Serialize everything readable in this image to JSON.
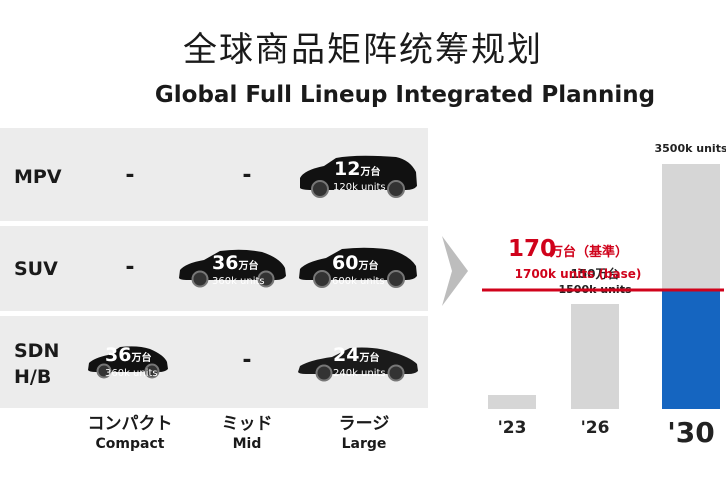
{
  "title_zh": "全球商品矩阵统筹规划",
  "title_en": "Global Full Lineup Integrated Planning",
  "matrix": {
    "rows": [
      {
        "label": "MPV",
        "compact": "-",
        "mid": "-",
        "large_value": "12",
        "large_unit": "万台",
        "large_sub": "120k units"
      },
      {
        "label": "SUV",
        "compact": "-",
        "mid_value": "36",
        "mid_unit": "万台",
        "mid_sub": "360k units",
        "large_value": "60",
        "large_unit": "万台",
        "large_sub": "600k units"
      },
      {
        "label": "SDN\nH/B",
        "compact_value": "36",
        "compact_unit": "万台",
        "compact_sub": "360k units",
        "mid": "-",
        "large_value": "24",
        "large_unit": "万台",
        "large_sub": "240k units"
      }
    ],
    "columns": [
      {
        "jp": "コンパクト",
        "en": "Compact"
      },
      {
        "jp": "ミッド",
        "en": "Mid"
      },
      {
        "jp": "ラージ",
        "en": "Large"
      }
    ]
  },
  "chart_data": {
    "type": "bar",
    "categories": [
      "'23",
      "'26",
      "'30"
    ],
    "values": [
      null,
      150,
      350
    ],
    "value_labels": [
      "",
      "150万台",
      "350万台"
    ],
    "value_sublabels": [
      "",
      "1500k units",
      "3500k units"
    ],
    "baseline": {
      "value": 170,
      "label_main": "170",
      "label_unit": "万台（基準）",
      "label_sub": "1700k units (base)",
      "color": "#d0021b"
    },
    "highlight_fill": {
      "category": "'30",
      "upper_value": 170,
      "color": "#1565c0"
    },
    "ylim": [
      0,
      370
    ],
    "colors": {
      "bar": "#d6d6d6",
      "highlight": "#1565c0",
      "baseline": "#d0021b"
    }
  }
}
